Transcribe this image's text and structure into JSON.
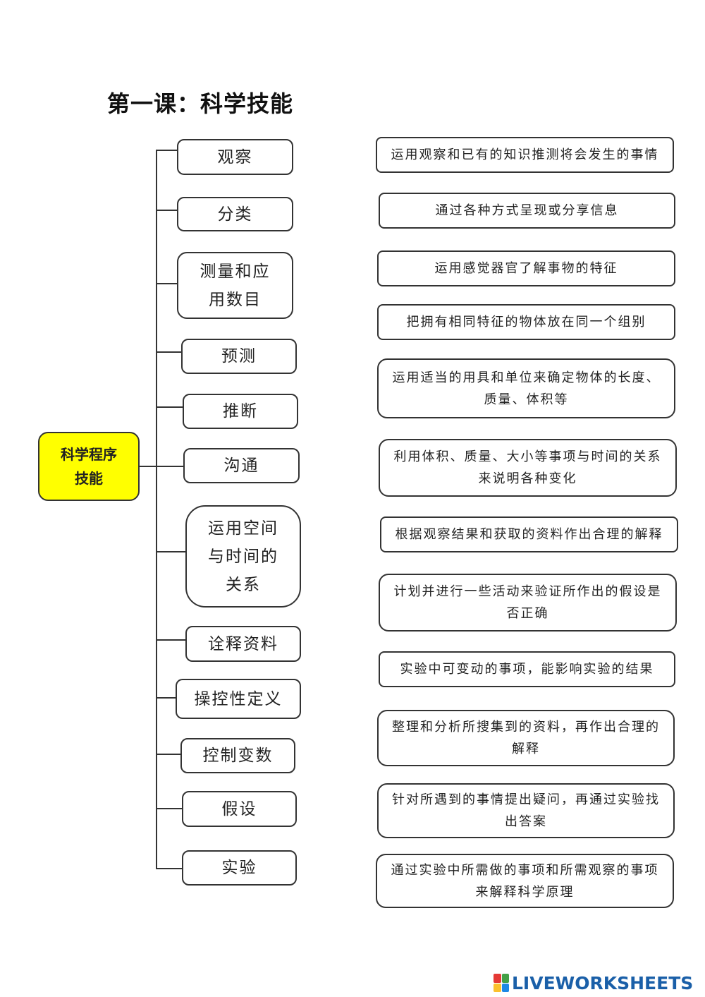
{
  "title": "第一课：科学技能",
  "root": {
    "line1": "科学程序",
    "line2": "技能"
  },
  "skills": [
    {
      "line1": "观察"
    },
    {
      "line1": "分类"
    },
    {
      "line1": "测量和应",
      "line2": "用数目"
    },
    {
      "line1": "预测"
    },
    {
      "line1": "推断"
    },
    {
      "line1": "沟通"
    },
    {
      "line1": "运用空间",
      "line2": "与时间的",
      "line3": "关系"
    },
    {
      "line1": "诠释资料"
    },
    {
      "line1": "操控性定义"
    },
    {
      "line1": "控制变数"
    },
    {
      "line1": "假设"
    },
    {
      "line1": "实验"
    }
  ],
  "descriptions": [
    {
      "line1": "运用观察和已有的知识推测将会发生的事情"
    },
    {
      "line1": "通过各种方式呈现或分享信息"
    },
    {
      "line1": "运用感觉器官了解事物的特征"
    },
    {
      "line1": "把拥有相同特征的物体放在同一个组别"
    },
    {
      "line1": "运用适当的用具和单位来确定物体的长度、",
      "line2": "质量、体积等"
    },
    {
      "line1": "利用体积、质量、大小等事项与时间的关系",
      "line2": "来说明各种变化"
    },
    {
      "line1": "根据观察结果和获取的资料作出合理的解释"
    },
    {
      "line1": "计划并进行一些活动来验证所作出的假设是",
      "line2": "否正确"
    },
    {
      "line1": "实验中可变动的事项，能影响实验的结果"
    },
    {
      "line1": "整理和分析所搜集到的资料，再作出合理的",
      "line2": "解释"
    },
    {
      "line1": "针对所遇到的事情提出疑问，再通过实验找",
      "line2": "出答案"
    },
    {
      "line1": "通过实验中所需做的事项和所需观察的事项",
      "line2": "来解释科学原理"
    }
  ],
  "brand": {
    "text": "LIVEWORKSHEETS"
  },
  "colors": {
    "root_fill": "#ffff00",
    "brand": "#1a5fa8"
  }
}
